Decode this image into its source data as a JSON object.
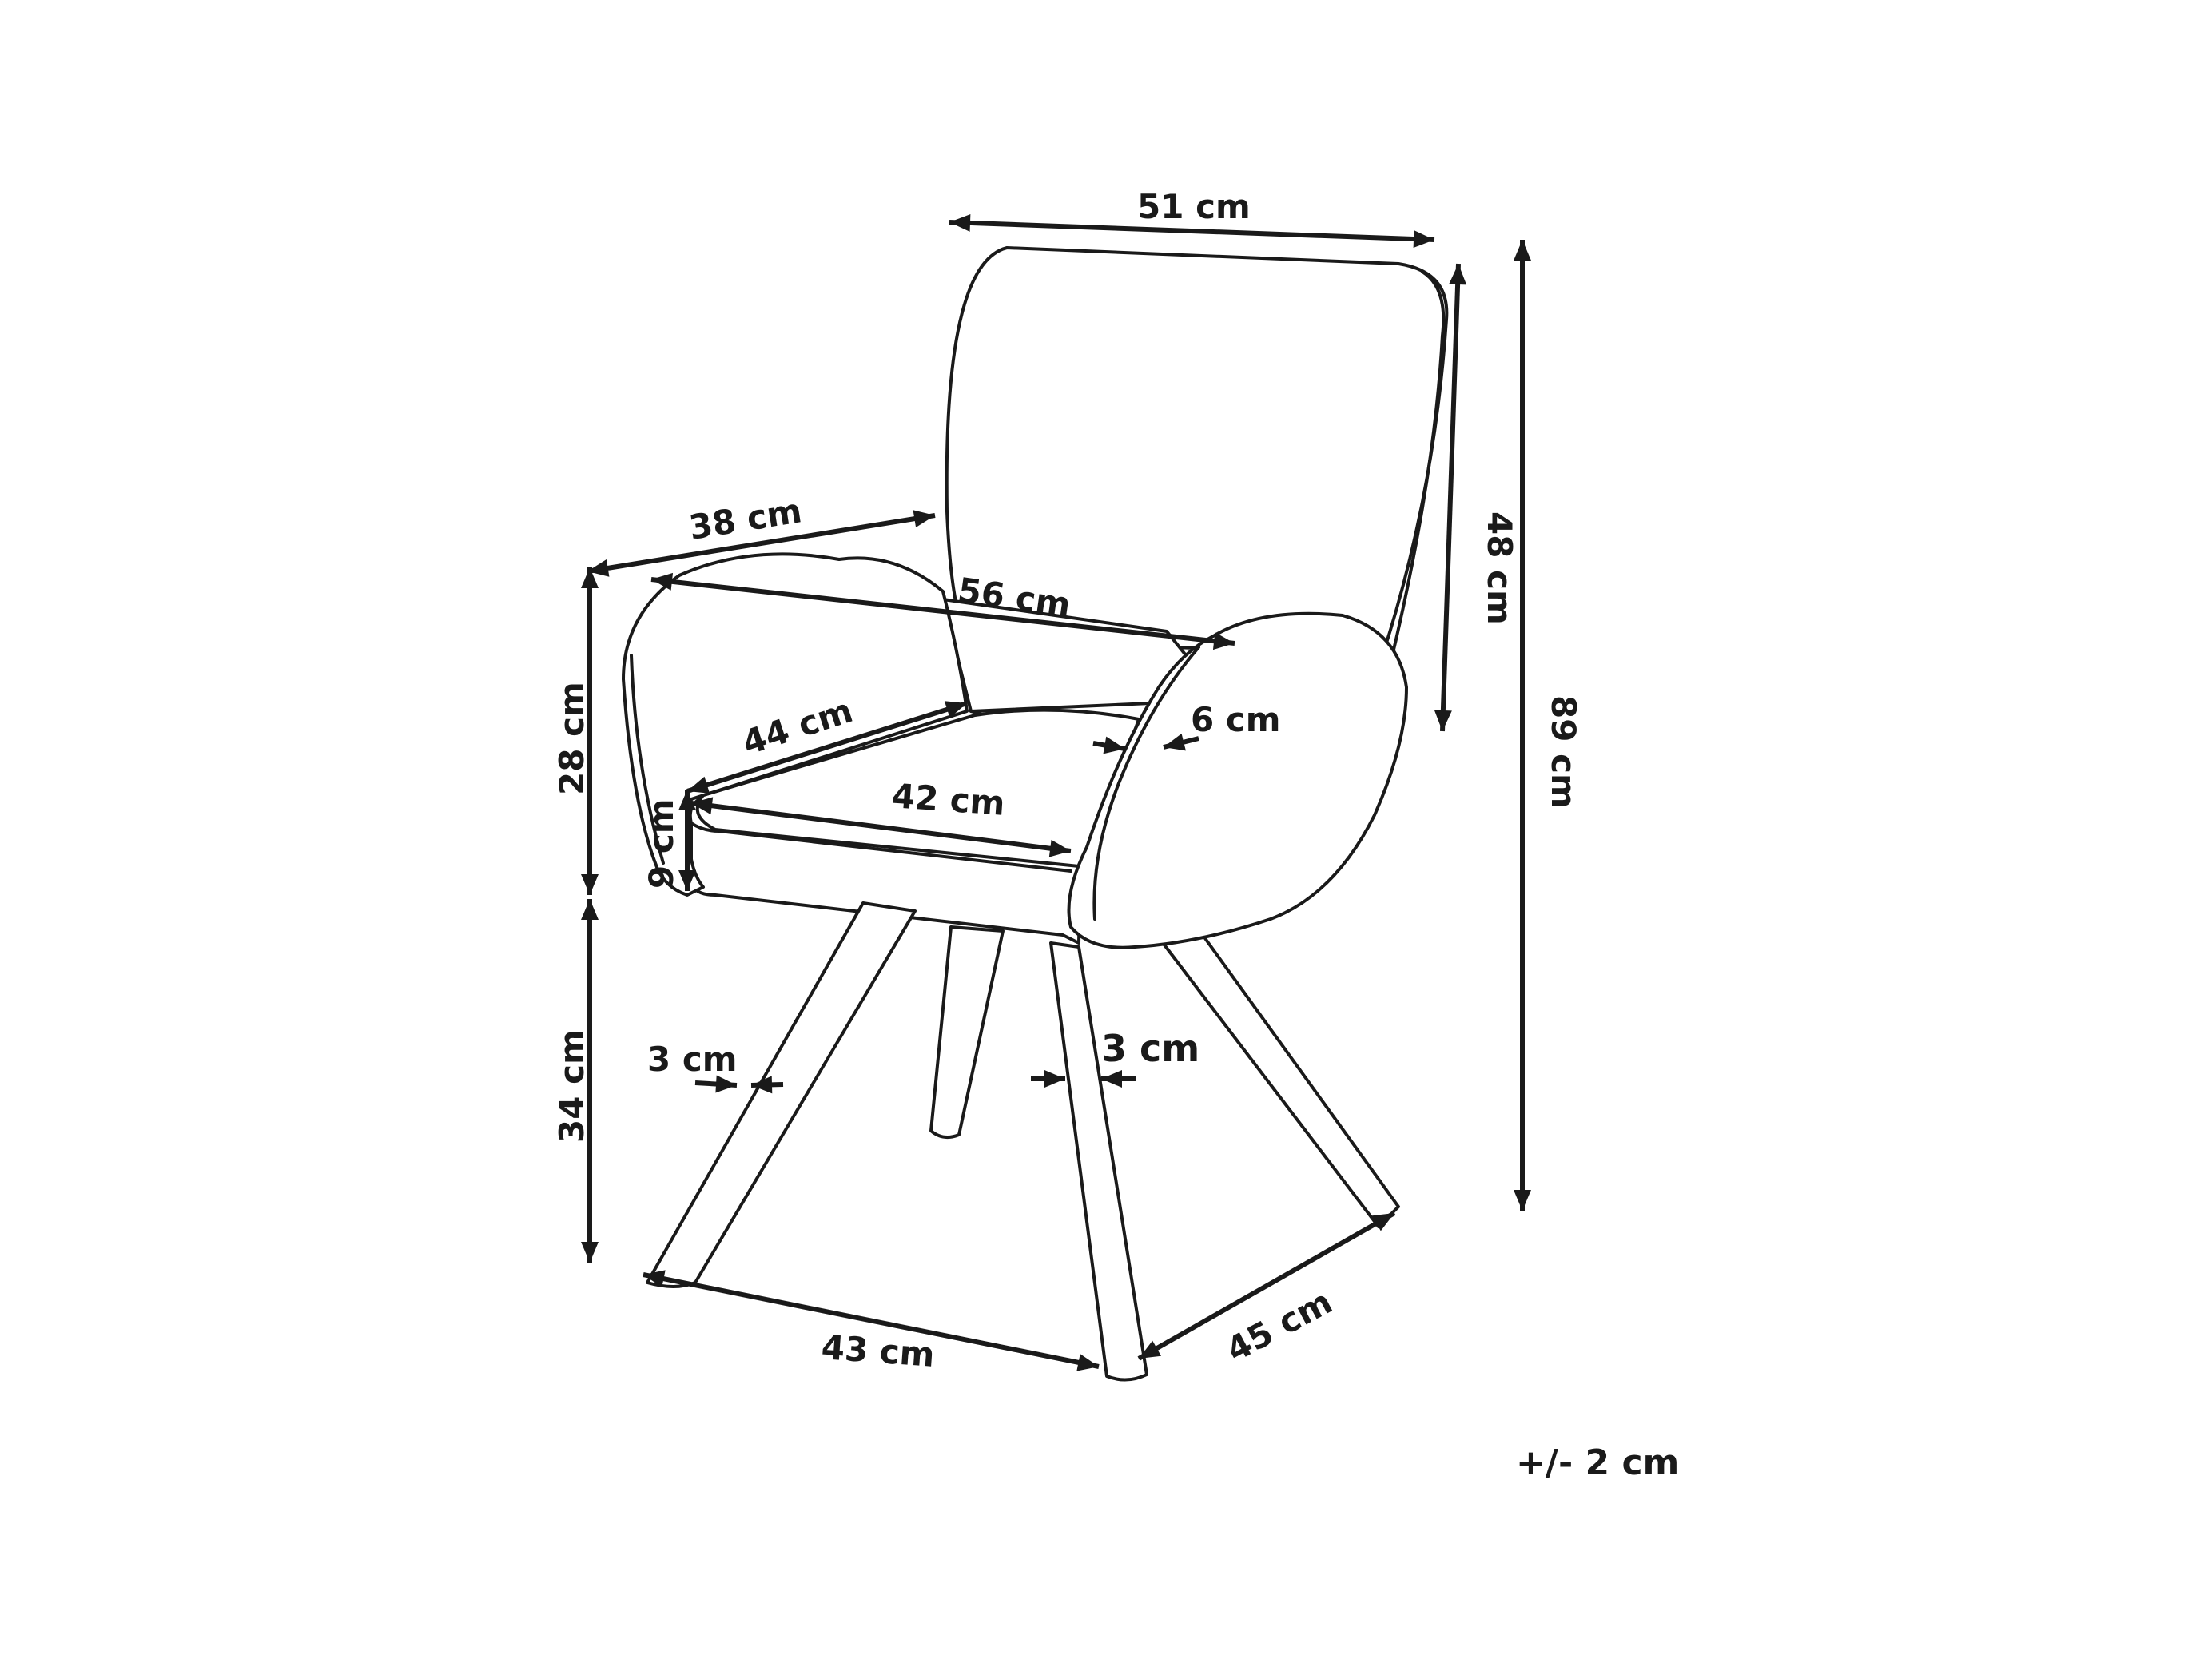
{
  "dimensions": {
    "backrest_width": "51 cm",
    "backrest_height": "48 cm",
    "total_height": "89 cm",
    "armrest_depth": "38 cm",
    "total_width": "56 cm",
    "armrest_height": "28 cm",
    "seat_depth": "44 cm",
    "armrest_thickness": "6 cm",
    "seat_width": "42 cm",
    "seat_thickness": "9 cm",
    "seat_height": "34 cm",
    "leg_width_left": "3 cm",
    "leg_width_right": "3 cm",
    "base_width": "43 cm",
    "base_depth": "45 cm"
  },
  "tolerance": "+/- 2 cm"
}
